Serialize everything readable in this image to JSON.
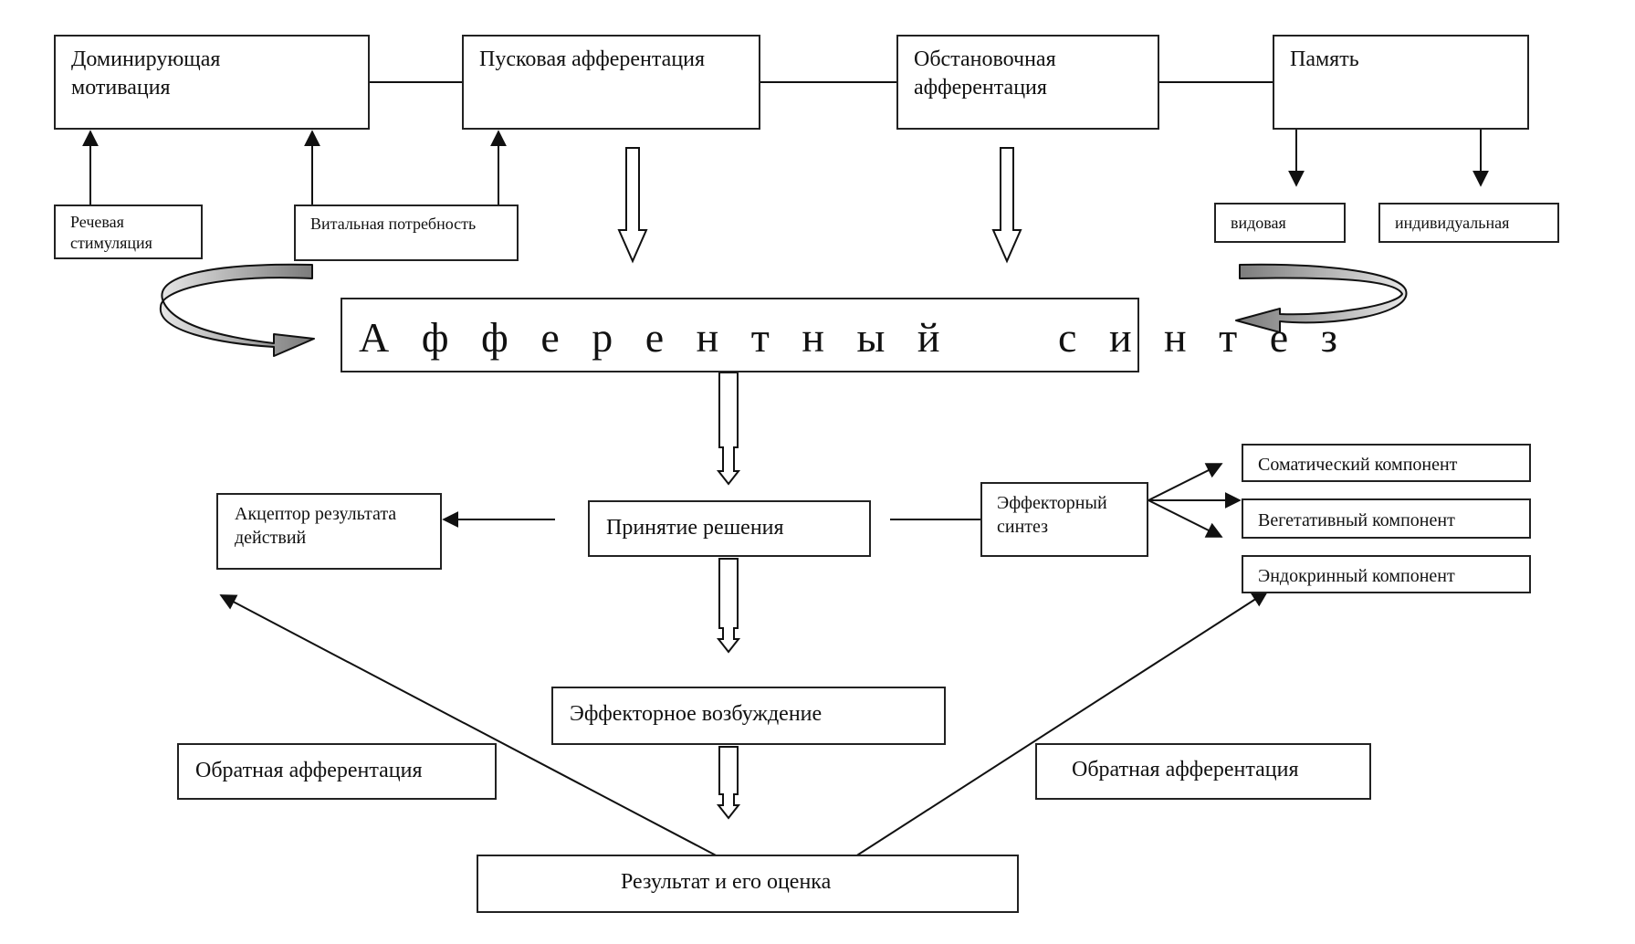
{
  "top": {
    "dominant_motivation": "Доминирующая\nмотивация",
    "trigger_afferentation": "Пусковая афферентация",
    "situational_afferentation": "Обстановочная\nафферентация",
    "memory": "Память"
  },
  "sources": {
    "speech_stimulation": "Речевая\nстимуляция",
    "vital_need": "Витальная потребность"
  },
  "memory_types": {
    "species": "видовая",
    "individual": "индивидуальная"
  },
  "afferent_synthesis": "А ф ф е р е н т н ы й     с и н т е з",
  "decision": "Принятие решения",
  "action_acceptor": "Акцептор результата\nдействий",
  "efferent_synthesis": "Эффекторный\nсинтез",
  "components": {
    "somatic": "Соматический компонент",
    "vegetative": "Вегетативный компонент",
    "endocrine": "Эндокринный компонент"
  },
  "efferent_excitation": "Эффекторное возбуждение",
  "feedback_left": "Обратная афферентация",
  "feedback_right": "Обратная афферентация",
  "result": "Результат и его оценка"
}
